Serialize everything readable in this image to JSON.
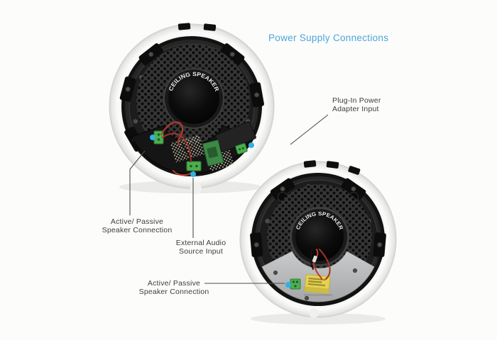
{
  "page": {
    "background": "#fcfcfb"
  },
  "title": {
    "text": "Power Supply Connections",
    "color": "#4BA6DC"
  },
  "speakers": {
    "top": {
      "cap_text": "CEILING SPEAKER"
    },
    "bottom": {
      "cap_text": "CEILING SPEAKER"
    }
  },
  "callouts": {
    "power_adapter": {
      "line1": "Plug-In Power",
      "line2": "Adapter Input",
      "points_to": "power-adapter-input-on-top-speaker"
    },
    "active_passive_top": {
      "line1": "Active/ Passive",
      "line2": "Speaker Connection",
      "points_to": "speaker-terminal-on-top-speaker"
    },
    "external_audio": {
      "line1": "External Audio",
      "line2": "Source Input",
      "points_to": "audio-input-terminal-on-top-speaker"
    },
    "active_passive_bottom": {
      "line1": "Active/ Passive",
      "line2": "Speaker Connection",
      "points_to": "speaker-terminal-on-bottom-speaker"
    }
  },
  "colors": {
    "accent_blue": "#4BA6DC",
    "marker_cyan": "#2FB1E3",
    "label_text": "#3D3D3D",
    "leader_line": "#4D4D4D",
    "terminal_green": "#4CAF50",
    "transformer_yellow": "#E6D24E"
  }
}
